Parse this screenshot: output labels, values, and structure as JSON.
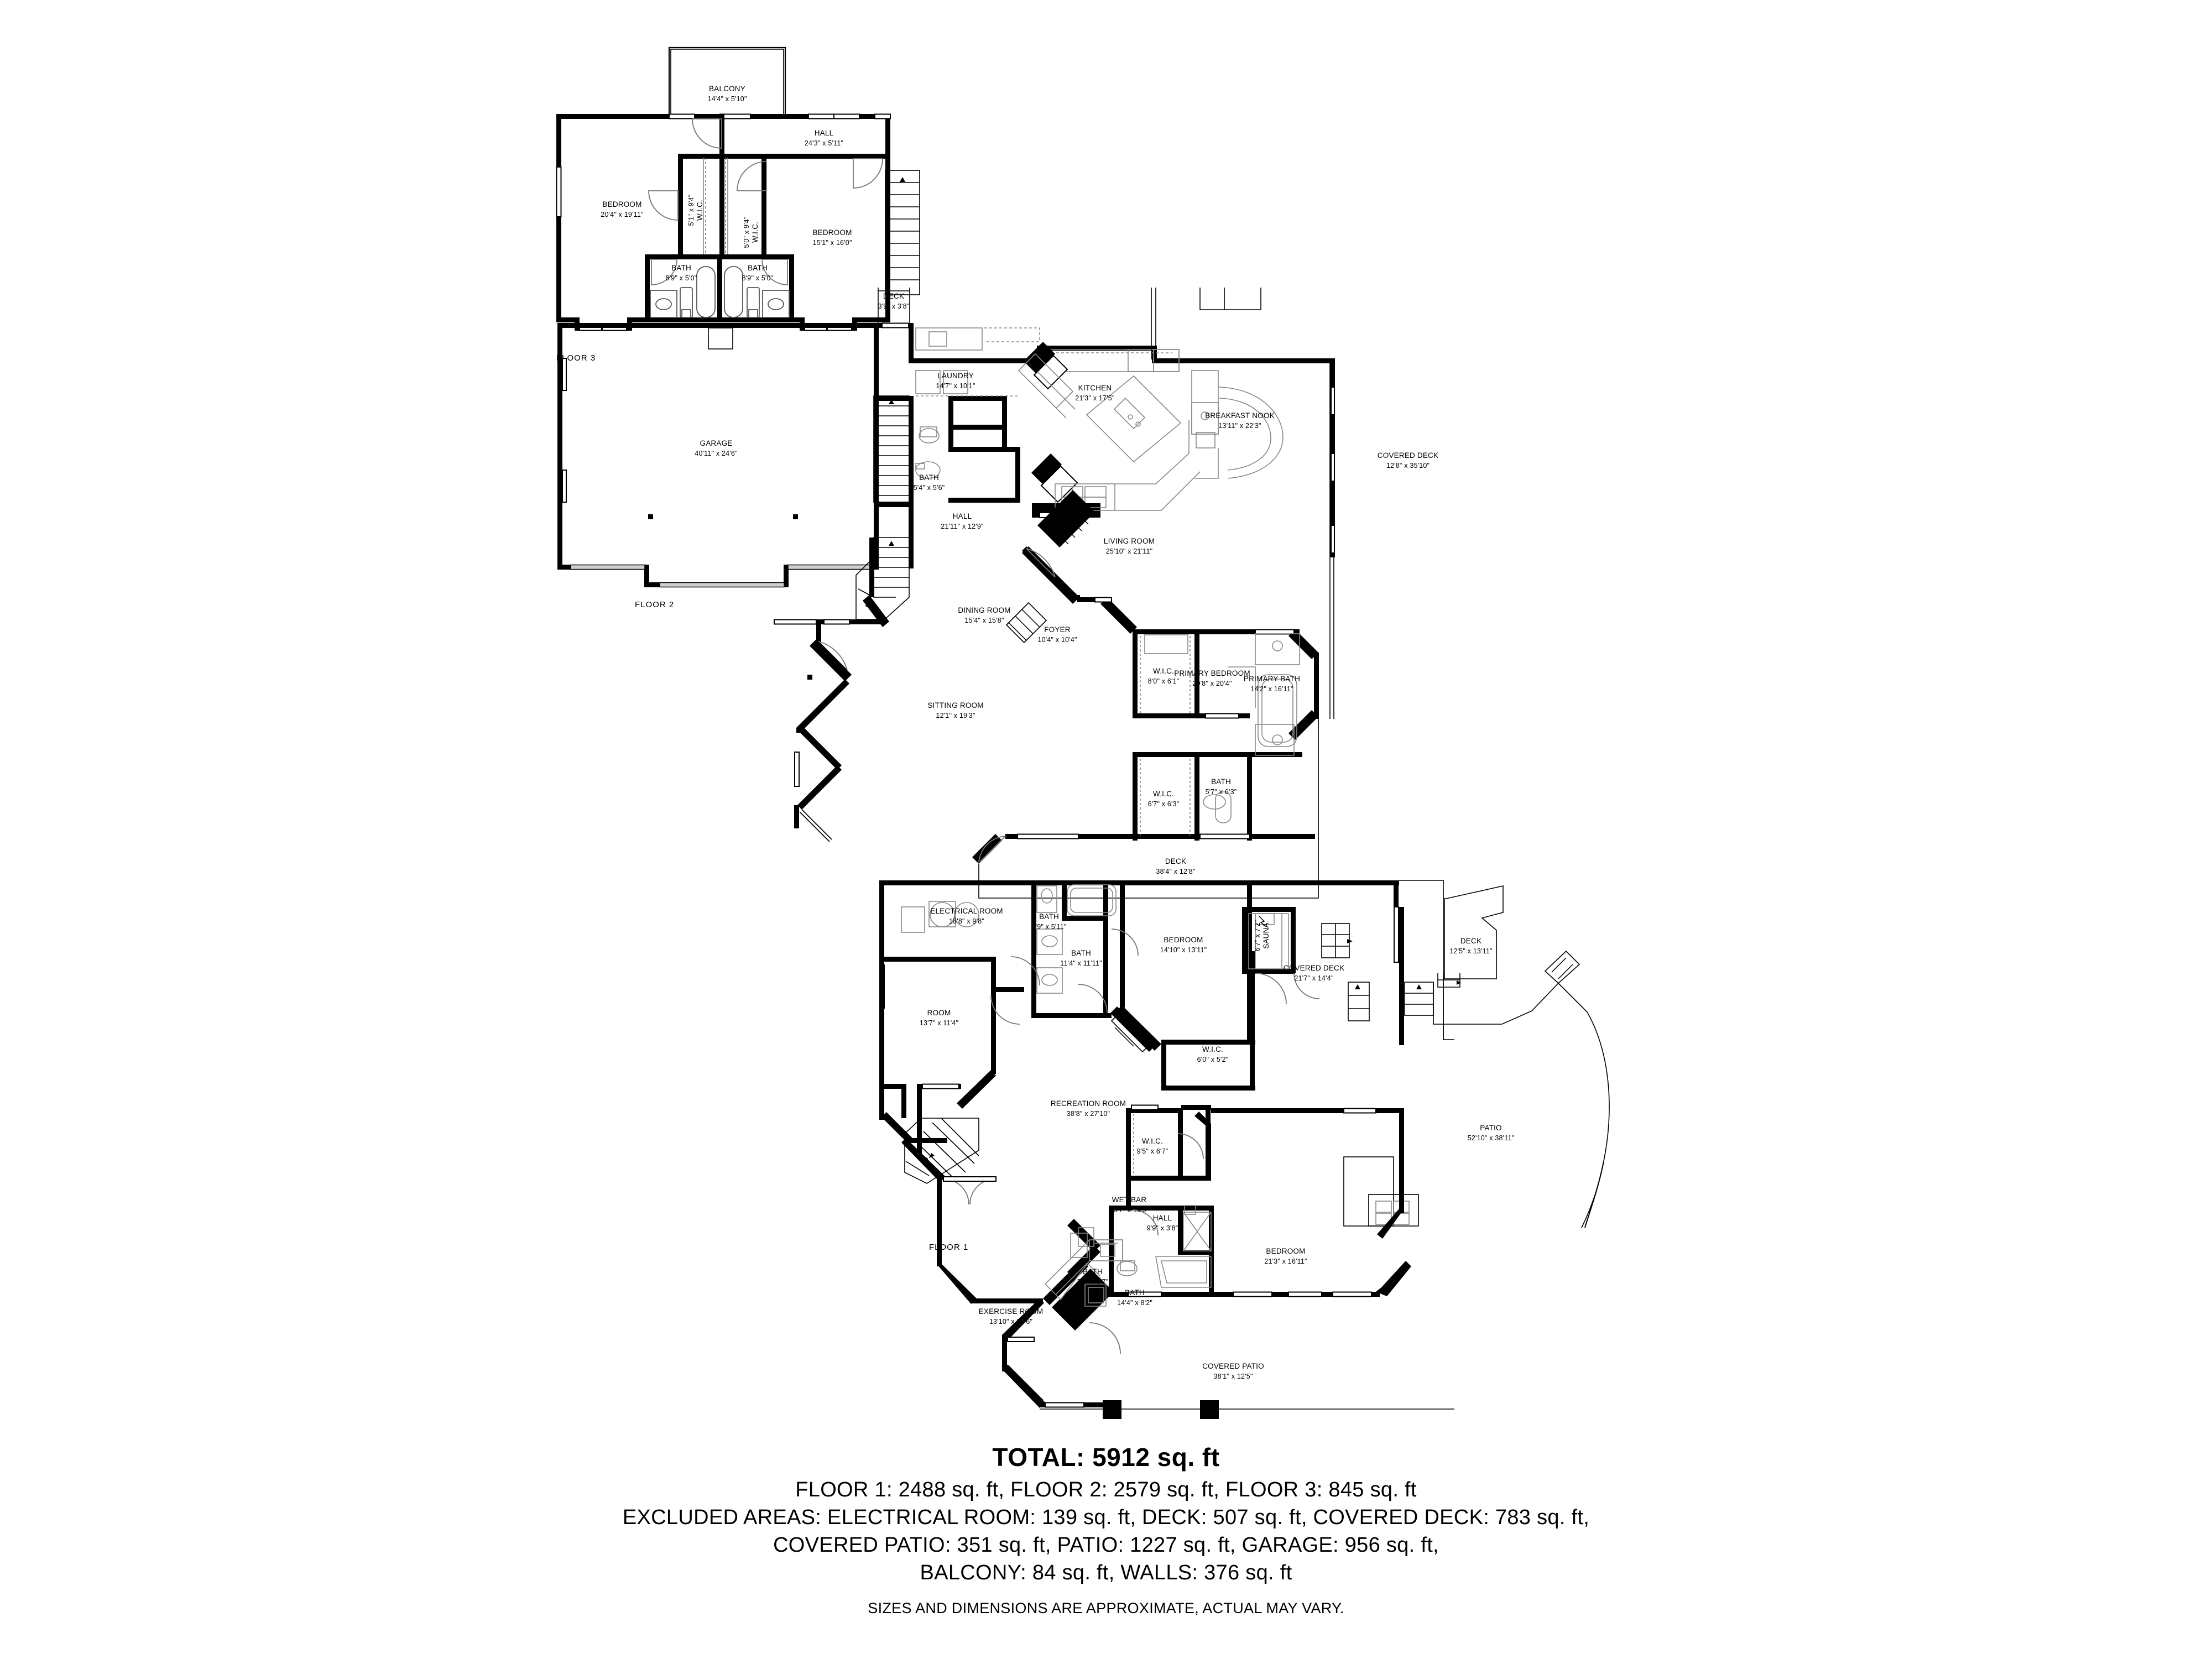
{
  "document": {
    "type": "residential-floor-plan",
    "floors": [
      {
        "tag": "FLOOR 3",
        "id": "floor3",
        "rooms": [
          {
            "name": "BALCONY",
            "dim": "14'4\" x 5'10\""
          },
          {
            "name": "HALL",
            "dim": "24'3\" x 5'11\""
          },
          {
            "name": "BEDROOM",
            "dim": "20'4\" x 19'11\""
          },
          {
            "name": "BEDROOM",
            "dim": "15'1\" x 16'0\""
          },
          {
            "name": "W.I.C.",
            "dim": "5'1\" x 9'4\""
          },
          {
            "name": "W.I.C.",
            "dim": "5'0\" x 9'4\""
          },
          {
            "name": "BATH",
            "dim": "8'9\" x 5'0\""
          },
          {
            "name": "BATH",
            "dim": "8'9\" x 5'0\""
          }
        ]
      },
      {
        "tag": "FLOOR 2",
        "id": "floor2",
        "rooms": [
          {
            "name": "GARAGE",
            "dim": "40'11\" x 24'6\""
          },
          {
            "name": "DECK",
            "dim": "3'9\" x 3'8\""
          },
          {
            "name": "LAUNDRY",
            "dim": "14'7\" x 10'1\""
          },
          {
            "name": "KITCHEN",
            "dim": "21'3\" x 17'5\""
          },
          {
            "name": "BREAKFAST NOOK",
            "dim": "13'11\" x 22'3\""
          },
          {
            "name": "COVERED DECK",
            "dim": "12'8\" x 35'10\""
          },
          {
            "name": "BATH",
            "dim": "5'4\" x 5'6\""
          },
          {
            "name": "HALL",
            "dim": "21'11\" x 12'9\""
          },
          {
            "name": "DINING ROOM",
            "dim": "15'4\" x 15'8\""
          },
          {
            "name": "LIVING ROOM",
            "dim": "25'10\" x 21'11\""
          },
          {
            "name": "FOYER",
            "dim": "10'4\" x 10'4\""
          },
          {
            "name": "SITTING ROOM",
            "dim": "12'1\" x 19'3\""
          },
          {
            "name": "PRIMARY BEDROOM",
            "dim": "29'8\" x 20'4\""
          },
          {
            "name": "W.I.C.",
            "dim": "8'0\" x 6'1\""
          },
          {
            "name": "PRIMARY BATH",
            "dim": "14'2\" x 16'11\""
          },
          {
            "name": "W.I.C.",
            "dim": "6'7\" x 6'3\""
          },
          {
            "name": "BATH",
            "dim": "5'7\" x 6'3\""
          },
          {
            "name": "DECK",
            "dim": "38'4\" x 12'8\""
          }
        ]
      },
      {
        "tag": "FLOOR 1",
        "id": "floor1",
        "rooms": [
          {
            "name": "ELECTRICAL ROOM",
            "dim": "18'8\" x 9'8\""
          },
          {
            "name": "BATH",
            "dim": "9'9\" x 5'11\""
          },
          {
            "name": "BATH",
            "dim": "11'4\" x 11'11\""
          },
          {
            "name": "BEDROOM",
            "dim": "14'10\" x 13'11\""
          },
          {
            "name": "SAUNA",
            "dim": "6'7\" x 7'2\""
          },
          {
            "name": "COVERED DECK",
            "dim": "21'7\" x 14'4\""
          },
          {
            "name": "DECK",
            "dim": "12'5\" x 13'11\""
          },
          {
            "name": "ROOM",
            "dim": "13'7\" x 11'4\""
          },
          {
            "name": "W.I.C.",
            "dim": "6'0\" x 5'2\""
          },
          {
            "name": "RECREATION ROOM",
            "dim": "38'8\" x 27'10\""
          },
          {
            "name": "PATIO",
            "dim": "52'10\" x 38'11\""
          },
          {
            "name": "WET BAR",
            "dim": "15'7\" x 10'9\""
          },
          {
            "name": "W.I.C.",
            "dim": "9'5\" x 6'7\""
          },
          {
            "name": "HALL",
            "dim": "9'9\" x 3'8\""
          },
          {
            "name": "BEDROOM",
            "dim": "21'3\" x 16'11\""
          },
          {
            "name": "BATH",
            "dim": "3'0\" x 5'7\""
          },
          {
            "name": "BATH",
            "dim": "14'4\" x 8'2\""
          },
          {
            "name": "EXERCISE ROOM",
            "dim": "13'10\" x 27'6\""
          },
          {
            "name": "COVERED PATIO",
            "dim": "38'1\" x 12'5\""
          }
        ]
      }
    ]
  },
  "summary": {
    "total": "TOTAL: 5912 sq. ft",
    "line1": "FLOOR 1: 2488 sq. ft, FLOOR 2: 2579 sq. ft, FLOOR 3: 845 sq. ft",
    "line2": "EXCLUDED AREAS: ELECTRICAL ROOM: 139 sq. ft, DECK: 507 sq. ft, COVERED DECK: 783 sq. ft,",
    "line3": "COVERED PATIO: 351 sq. ft, PATIO: 1227 sq. ft, GARAGE: 956 sq. ft,",
    "line4": "BALCONY: 84 sq. ft, WALLS: 376 sq. ft",
    "note": "SIZES AND DIMENSIONS ARE APPROXIMATE, ACTUAL MAY VARY."
  },
  "colors": {
    "wall": "#000000",
    "background": "#ffffff",
    "fixture": "#555555",
    "text": "#000000"
  }
}
